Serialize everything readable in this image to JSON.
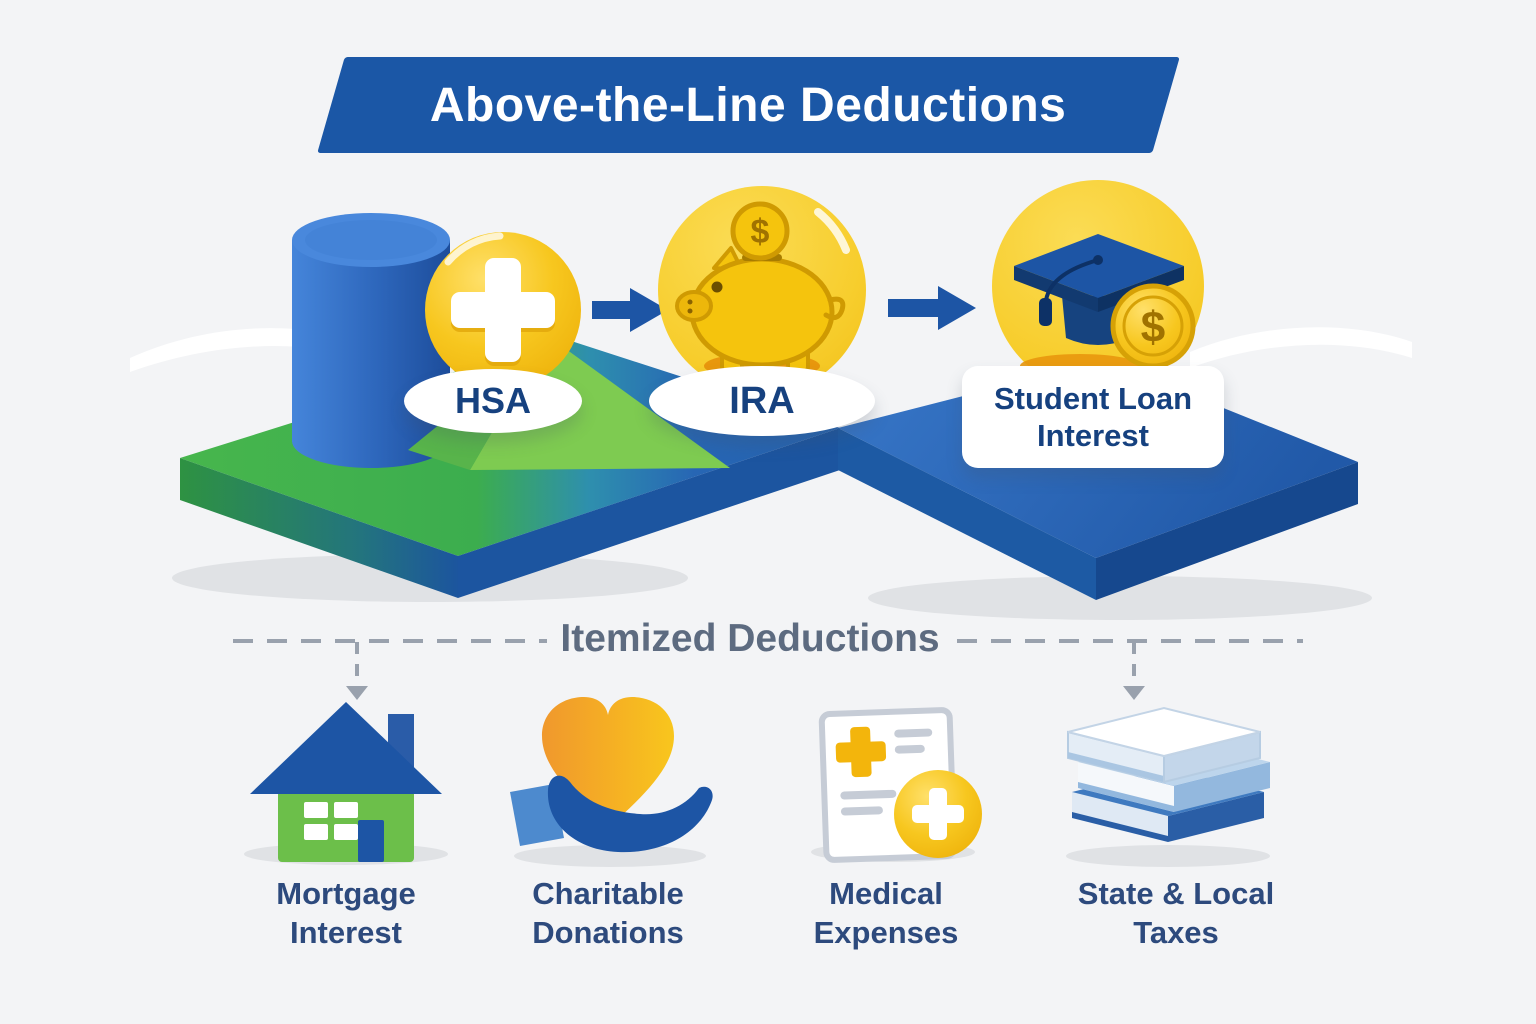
{
  "banner": {
    "title": "Above-the-Line Deductions"
  },
  "above_line": {
    "items": [
      {
        "label": "HSA",
        "icon": "medical-cross-coin-icon"
      },
      {
        "label": "IRA",
        "icon": "piggy-bank-icon"
      },
      {
        "label_line1": "Student Loan",
        "label_line2": "Interest",
        "icon": "graduation-cap-dollar-icon"
      }
    ],
    "flow_icons": [
      "arrow-right-icon",
      "arrow-right-icon"
    ]
  },
  "itemized": {
    "heading": "Itemized Deductions",
    "items": [
      {
        "label_line1": "Mortgage",
        "label_line2": "Interest",
        "icon": "house-icon"
      },
      {
        "label_line1": "Charitable",
        "label_line2": "Donations",
        "icon": "hand-heart-icon"
      },
      {
        "label_line1": "Medical",
        "label_line2": "Expenses",
        "icon": "medical-document-icon"
      },
      {
        "label_line1": "State & Local",
        "label_line2": "Taxes",
        "icon": "book-stack-icon"
      }
    ]
  },
  "symbols": {
    "dollar": "$"
  },
  "colors": {
    "banner_blue": "#1b57a6",
    "platform_green": "#3cb043",
    "platform_blue": "#2563b0",
    "accent_gold": "#f5c41c",
    "label_navy": "#16417f",
    "itemized_text_gray": "#5d6b80",
    "category_text_navy": "#2d4a7d",
    "background": "#f3f4f6"
  }
}
